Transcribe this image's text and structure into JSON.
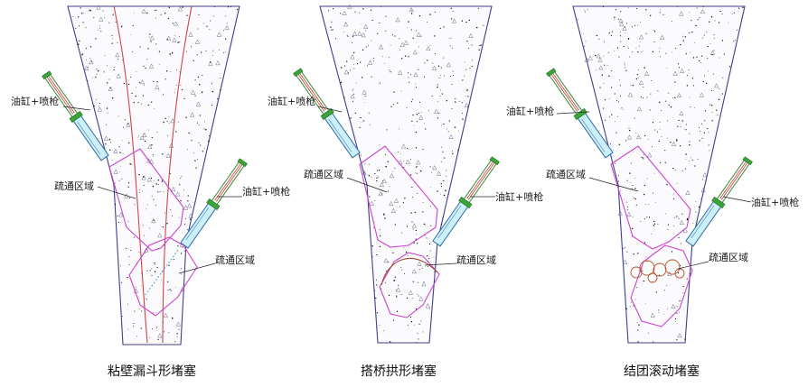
{
  "colors": {
    "hopper_outline": "#3f3f8c",
    "clearing_zone": "#cc44cc",
    "funnel_wall": "#d04545",
    "spray_gun_body": "#cdeff8",
    "spray_gun_rod": "#2c8a2c",
    "clumps": "#b5542a",
    "specks": "#7a7a9a"
  },
  "panels": [
    {
      "caption": "粘壁漏斗形堵塞",
      "labels": {
        "gun_upper": "油缸+喷枪",
        "gun_lower": "油缸+喷枪",
        "zone_upper": "疏通区域",
        "zone_lower": "疏通区域"
      }
    },
    {
      "caption": "搭桥拱形堵塞",
      "labels": {
        "gun_upper": "油缸+喷枪",
        "gun_lower": "油缸+喷枪",
        "zone_upper": "疏通区域",
        "zone_lower": "疏通区域"
      }
    },
    {
      "caption": "结团滚动堵塞",
      "labels": {
        "gun_upper": "油缸+喷枪",
        "gun_lower": "油缸+喷枪",
        "zone_upper": "疏通区域",
        "zone_lower": "疏通区域"
      }
    }
  ]
}
